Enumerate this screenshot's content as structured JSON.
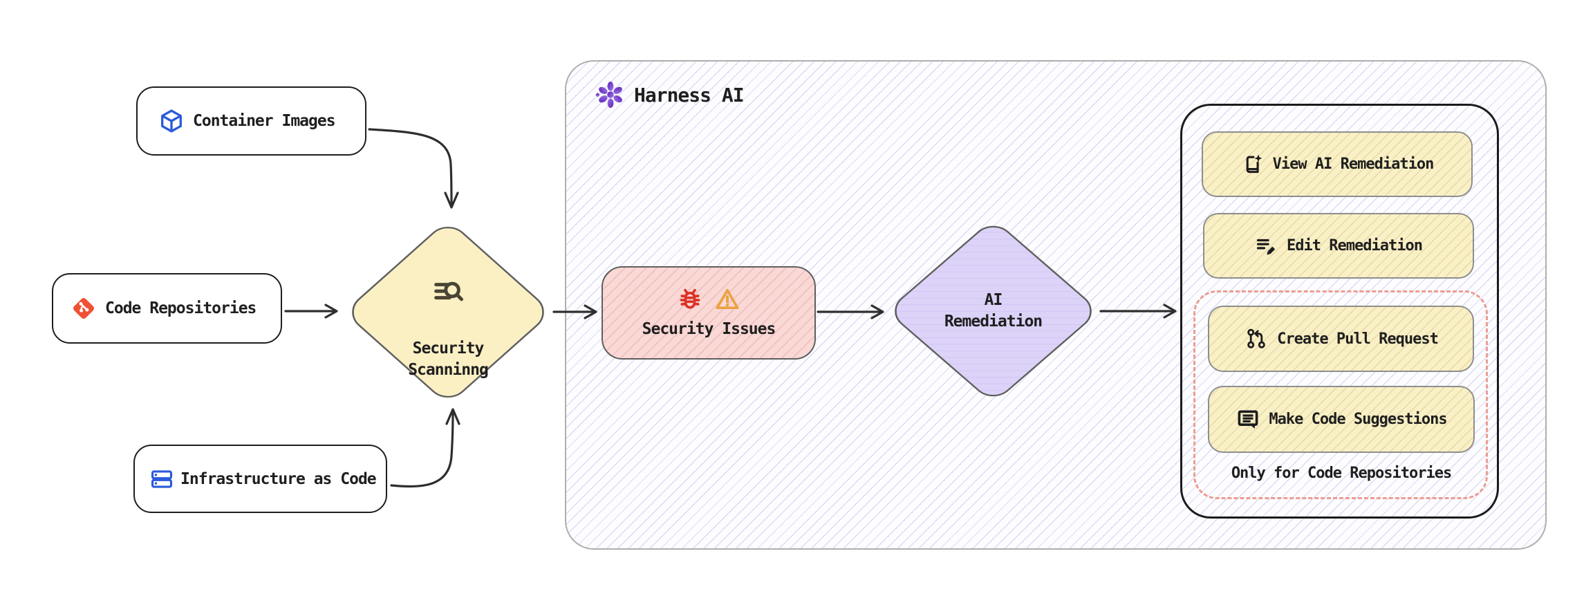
{
  "diagram": {
    "title": "Security scanning remediation flow",
    "sources": [
      {
        "label": "Container Images",
        "icon": "cube-icon"
      },
      {
        "label": "Code Repositories",
        "icon": "git-icon"
      },
      {
        "label": "Infrastructure as Code",
        "icon": "server-stack-icon"
      }
    ],
    "scanning": {
      "line1": "Security",
      "line2": "Scanninng",
      "icon": "search-list-icon"
    },
    "harness": {
      "title": "Harness AI",
      "icon": "harness-flower-icon"
    },
    "issues": {
      "label": "Security Issues",
      "icons": [
        "bug-icon",
        "warning-icon"
      ]
    },
    "remediation": {
      "line1": "AI",
      "line2": "Remediation"
    },
    "actions": [
      {
        "label": "View AI Remediation",
        "icon": "book-sparkle-icon"
      },
      {
        "label": "Edit Remediation",
        "icon": "edit-lines-pencil-icon"
      },
      {
        "label": "Create Pull Request",
        "icon": "pull-request-icon"
      },
      {
        "label": "Make Code Suggestions",
        "icon": "comment-lines-icon"
      }
    ],
    "repo_only_note": "Only for Code Repositories",
    "colors": {
      "arrow": "#2e2e2e",
      "source_border": "#1d1d1d",
      "diamond_border": "#5f5f5f",
      "scanning_fill": "#FBF0C4",
      "issues_fill": "#F9D8D5",
      "remediation_fill": "#DDD3F8",
      "action_fill": "#FAF0C6",
      "dashed_border": "#ED9C92",
      "harness_purple": "#6D28D9",
      "blue_icon": "#2B5BDB",
      "git_red": "#F05033",
      "bug_red": "#DC3227",
      "warning_orange": "#EBA23F"
    }
  }
}
